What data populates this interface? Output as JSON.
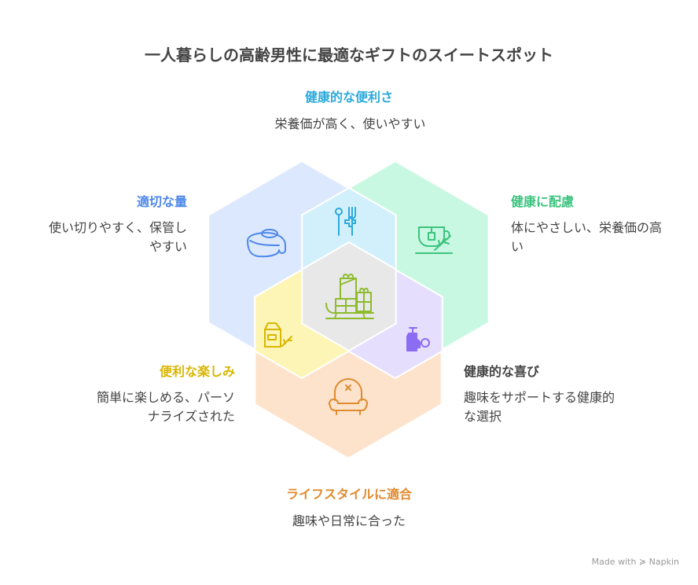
{
  "title": "一人暮らしの高齢男性に最適なギフトのスイートスポット",
  "sections": [
    {
      "title": "健康的な便利さ",
      "desc": "栄養価が高く、使いやすい",
      "color": "#2ba9dc",
      "icon": "spoon-fork-medical-cross-icon"
    },
    {
      "title": "健康に配慮",
      "desc": "体にやさしい、栄養価の高い",
      "color": "#3cc47e",
      "icon": "herbal-tea-cup-icon"
    },
    {
      "title": "健康的な喜び",
      "desc": "趣味をサポートする健康的な選択",
      "color": "#444444",
      "icon": "lotion-bottle-flower-icon"
    },
    {
      "title": "ライフスタイルに適合",
      "desc": "趣味や日常に合った",
      "color": "#e08a2e",
      "icon": "armchair-icon"
    },
    {
      "title": "便利な楽しみ",
      "desc": "簡単に楽しめる、パーソナライズされた",
      "color": "#d9b600",
      "icon": "milk-carton-icon"
    },
    {
      "title": "適切な量",
      "desc": "使い切りやすく、保管しやすい",
      "color": "#4d88e8",
      "icon": "food-container-icon"
    }
  ],
  "center_icon": "gift-sleigh-icon",
  "footer": {
    "made_with": "Made with",
    "brand": "Napkin"
  }
}
